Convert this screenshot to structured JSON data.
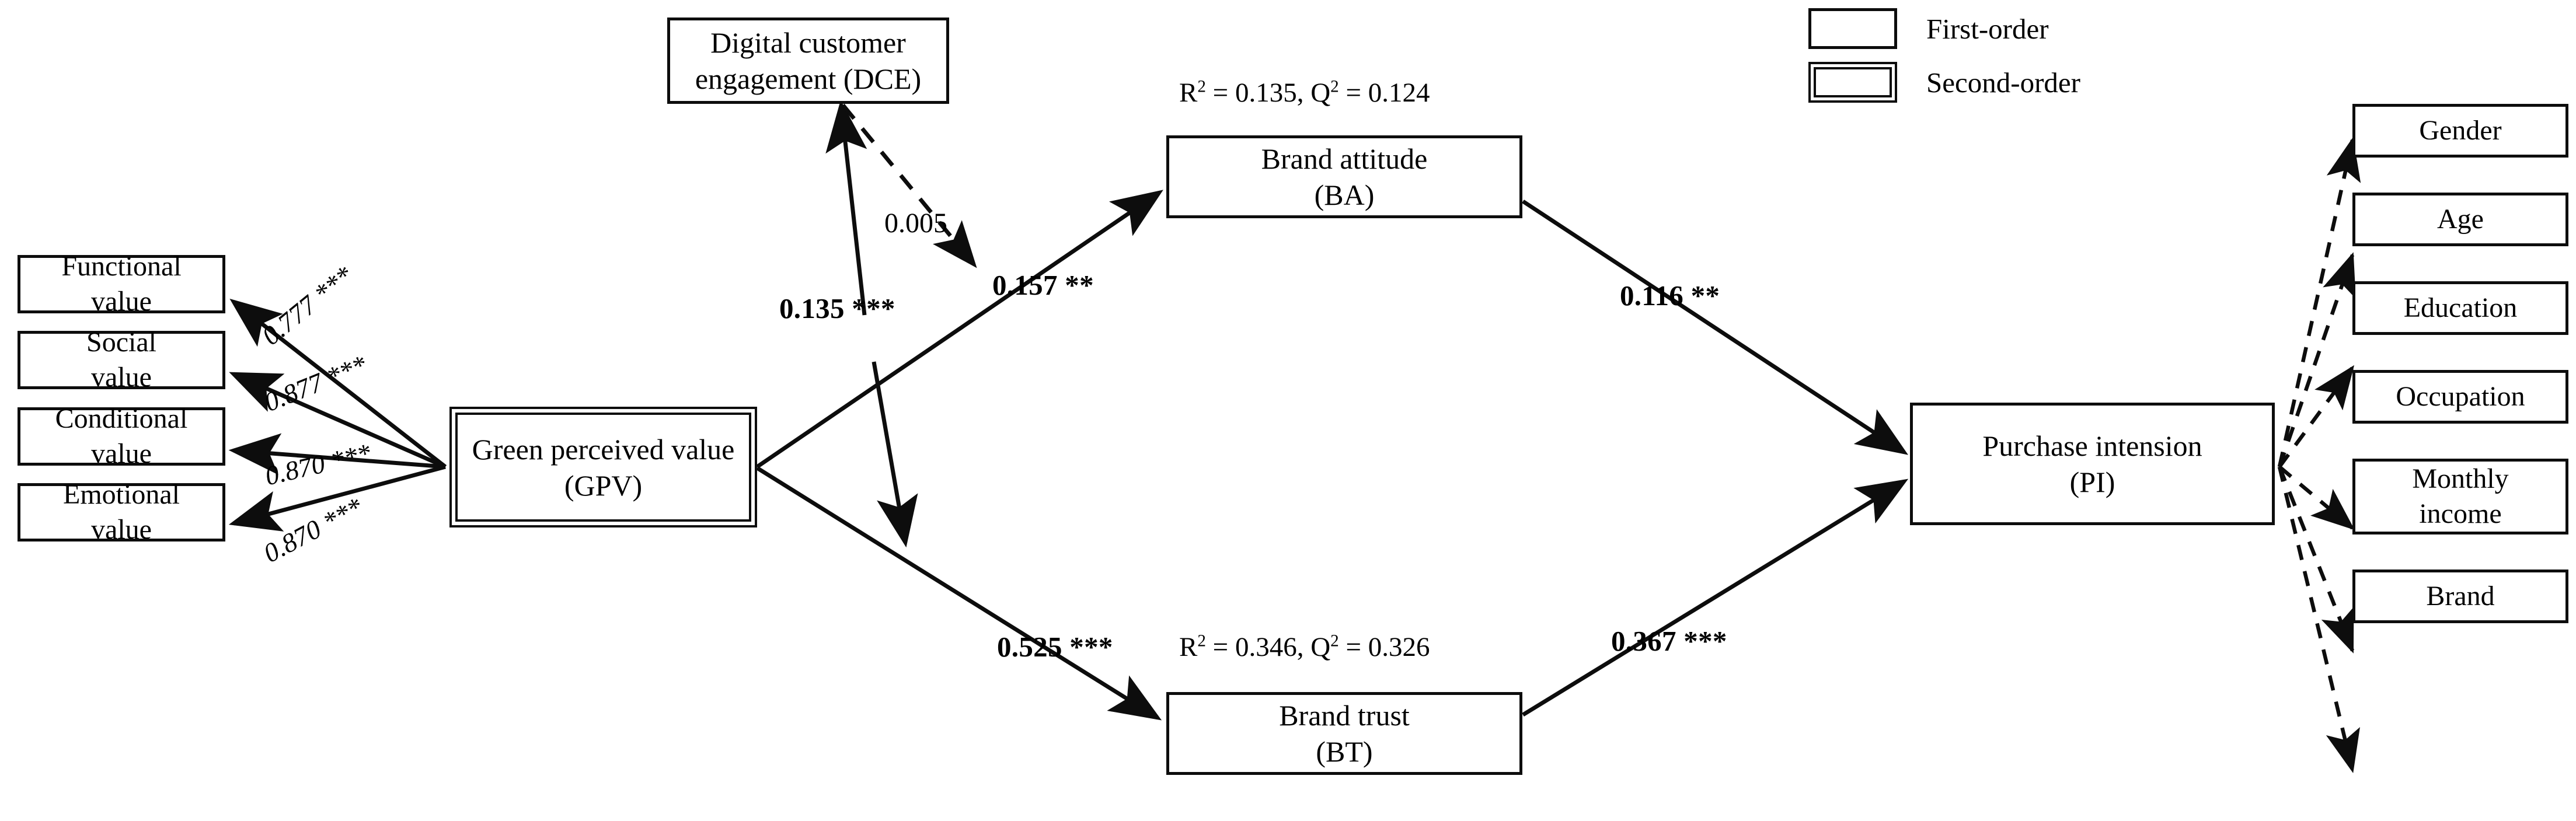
{
  "figure": {
    "type": "structural-equation-model-path-diagram",
    "legend": [
      {
        "label": "First-order",
        "style": "single-border"
      },
      {
        "label": "Second-order",
        "style": "double-border"
      }
    ],
    "constructs": {
      "functional_value": {
        "label": "Functional\nvalue",
        "order": "first"
      },
      "social_value": {
        "label": "Social\nvalue",
        "order": "first"
      },
      "conditional_value": {
        "label": "Conditional\nvalue",
        "order": "first"
      },
      "emotional_value": {
        "label": "Emotional\nvalue",
        "order": "first"
      },
      "gpv": {
        "label": "Green perceived value\n(GPV)",
        "order": "second"
      },
      "dce": {
        "label": "Digital customer\nengagement (DCE)",
        "order": "first"
      },
      "ba": {
        "label": "Brand attitude\n(BA)",
        "order": "first"
      },
      "bt": {
        "label": "Brand trust\n(BT)",
        "order": "first"
      },
      "pi": {
        "label": "Purchase intension\n(PI)",
        "order": "first"
      }
    },
    "controls": [
      {
        "label": "Gender"
      },
      {
        "label": "Age"
      },
      {
        "label": "Education"
      },
      {
        "label": "Occupation"
      },
      {
        "label": "Monthly\nincome"
      },
      {
        "label": "Brand"
      }
    ],
    "loadings": [
      {
        "from": "gpv",
        "to": "functional_value",
        "value": "0.777 ***"
      },
      {
        "from": "gpv",
        "to": "social_value",
        "value": "0.877 ***"
      },
      {
        "from": "gpv",
        "to": "conditional_value",
        "value": "0.870 ***"
      },
      {
        "from": "gpv",
        "to": "emotional_value",
        "value": "0.870 ***"
      }
    ],
    "paths": [
      {
        "from": "gpv",
        "to": "ba",
        "value": "0.157 **",
        "style": "solid",
        "bold": true
      },
      {
        "from": "gpv",
        "to": "bt",
        "value": "0.525 ***",
        "style": "solid",
        "bold": true
      },
      {
        "from": "gpv",
        "to": "dce",
        "value": "0.135 ***",
        "style": "solid",
        "bold": true
      },
      {
        "from": "dce",
        "to": "gpv-ba-path",
        "value": "0.005",
        "style": "dashed",
        "bold": false
      },
      {
        "from": "ba",
        "to": "pi",
        "value": "0.116 **",
        "style": "solid",
        "bold": true
      },
      {
        "from": "bt",
        "to": "pi",
        "value": "0.367 ***",
        "style": "solid",
        "bold": true
      }
    ],
    "fit_statistics": [
      {
        "target": "ba",
        "r2_label": "R",
        "text": "R² = 0.135, Q² = 0.124",
        "r2": "0.135",
        "q2": "0.124"
      },
      {
        "target": "bt",
        "r2_label": "R",
        "text": "R² = 0.346, Q² = 0.326",
        "r2": "0.346",
        "q2": "0.326"
      }
    ],
    "colors": {
      "ink": "#0d0d0d",
      "paper": "#ffffff"
    }
  }
}
